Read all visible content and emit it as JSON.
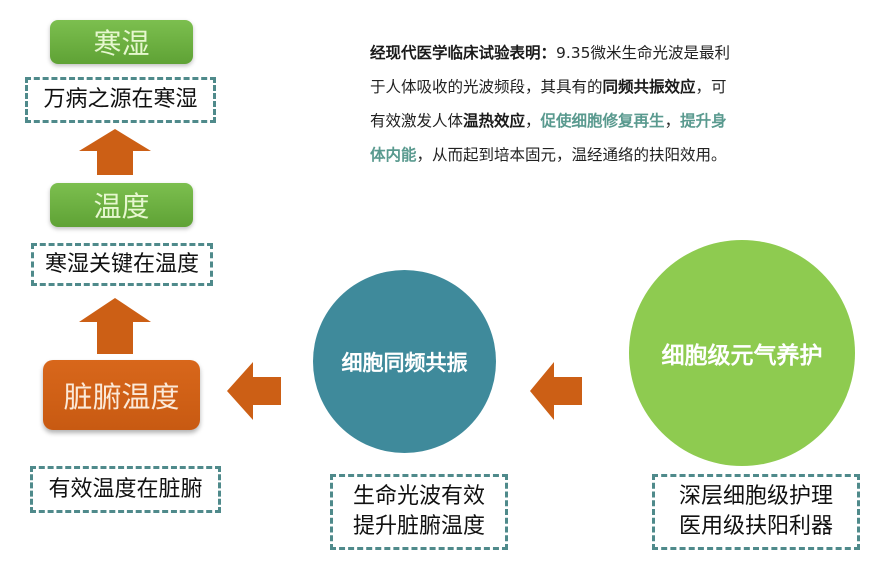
{
  "left_column": {
    "top_label": "寒湿",
    "top_note": "万病之源在寒湿",
    "middle_label": "温度",
    "middle_note": "寒湿关键在温度",
    "bottom_label": "脏腑温度",
    "bottom_note": "有效温度在脏腑"
  },
  "middle_column": {
    "circle_label": "细胞同频共振",
    "note_line1": "生命光波有效",
    "note_line2": "提升脏腑温度"
  },
  "right_column": {
    "circle_label": "细胞级元气养护",
    "note_line1": "深层细胞级护理",
    "note_line2": "医用级扶阳利器"
  },
  "paragraph": {
    "lead_bold": "经现代医学临床试验表明：",
    "seg1": "9.35微米生命光波是最利于人体吸收的光波频段，其具有的",
    "bold1": "同频共振效应",
    "seg2": "，可有效激发人体",
    "bold2": "温热效应",
    "seg3": "，",
    "teal1": "促使细胞修复再生",
    "seg4": "，",
    "teal2": "提升身体内能",
    "seg5": "，从而起到培本固元，温经通络的扶阳效用。"
  },
  "colors": {
    "green_box": "#6bb040",
    "orange": "#cc5f15",
    "teal_circle": "#3f8a9b",
    "lime_circle": "#8ecb50",
    "dash_border": "#4f8a8b",
    "teal_text": "#5a9a8f"
  },
  "icons": {
    "up_arrow": "arrow-up-icon",
    "left_arrow": "arrow-left-icon"
  }
}
